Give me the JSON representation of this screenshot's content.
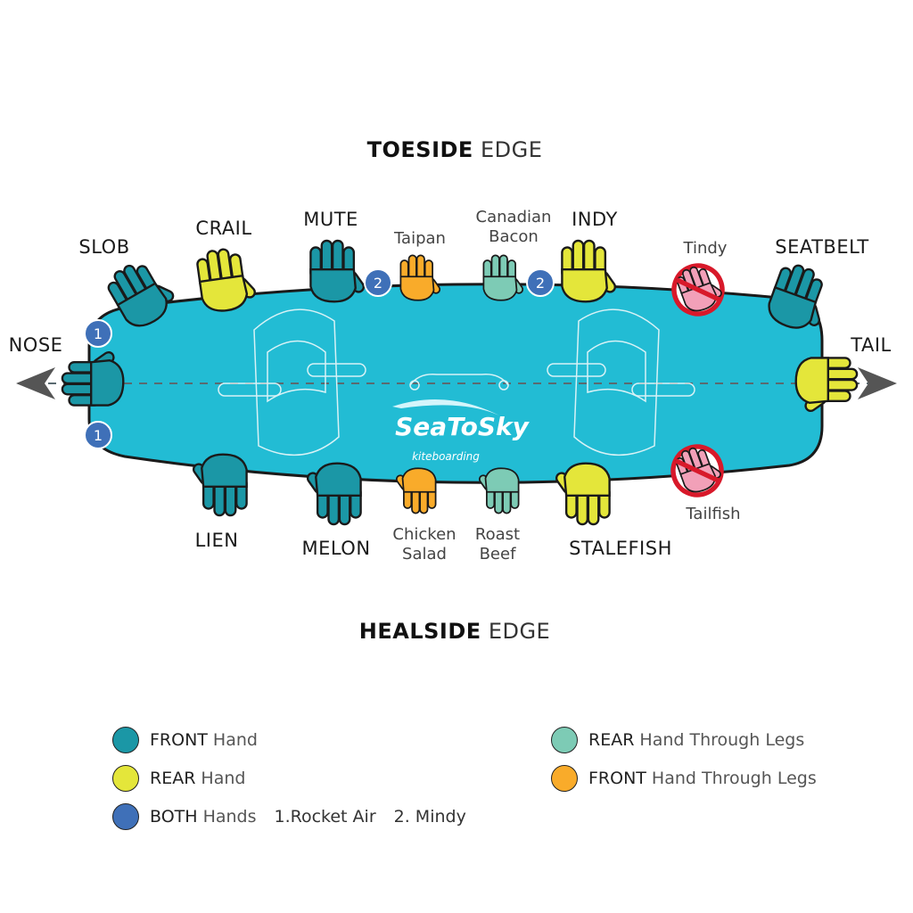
{
  "colors": {
    "front": "#1b97a6",
    "rear": "#e4e63a",
    "both": "#3f70b8",
    "rear_through": "#7dcbb5",
    "front_through": "#f9ab2a",
    "board": "#22bcd4",
    "prohibited": "#d8192a",
    "prohibited_hand": "#f2a0b8"
  },
  "edges": {
    "toeside": {
      "bold": "TOESIDE",
      "word": "EDGE"
    },
    "healside": {
      "bold": "HEALSIDE",
      "word": "EDGE"
    }
  },
  "ends": {
    "nose": "NOSE",
    "tail": "TAIL"
  },
  "logo": {
    "title": "SeaToSky",
    "subtitle": "kiteboarding"
  },
  "grabs": [
    {
      "label": "SLOB",
      "type": "front"
    },
    {
      "label": "CRAIL",
      "type": "rear"
    },
    {
      "label": "MUTE",
      "type": "front"
    },
    {
      "label": "Taipan",
      "type": "front_through"
    },
    {
      "label": "Canadian\nBacon",
      "type": "rear_through"
    },
    {
      "label": "INDY",
      "type": "rear"
    },
    {
      "label": "Tindy",
      "type": "prohibited"
    },
    {
      "label": "SEATBELT",
      "type": "front"
    },
    {
      "label": "LIEN",
      "type": "front"
    },
    {
      "label": "MELON",
      "type": "front"
    },
    {
      "label": "Chicken\nSalad",
      "type": "front_through"
    },
    {
      "label": "Roast\nBeef",
      "type": "rear_through"
    },
    {
      "label": "STALEFISH",
      "type": "rear"
    },
    {
      "label": "Tailfish",
      "type": "prohibited"
    }
  ],
  "end_hands": [
    {
      "type": "front"
    },
    {
      "type": "rear"
    }
  ],
  "badges": [
    "1",
    "1",
    "2",
    "2"
  ],
  "legend": {
    "front": {
      "key": "FRONT",
      "text": "Hand"
    },
    "rear": {
      "key": "REAR",
      "text": "Hand"
    },
    "both": {
      "key": "BOTH",
      "text": "Hands",
      "note1": "1.Rocket Air",
      "note2": "2. Mindy"
    },
    "rear_through": {
      "key": "REAR",
      "text": "Hand Through Legs"
    },
    "front_through": {
      "key": "FRONT",
      "text": "Hand Through Legs"
    }
  }
}
